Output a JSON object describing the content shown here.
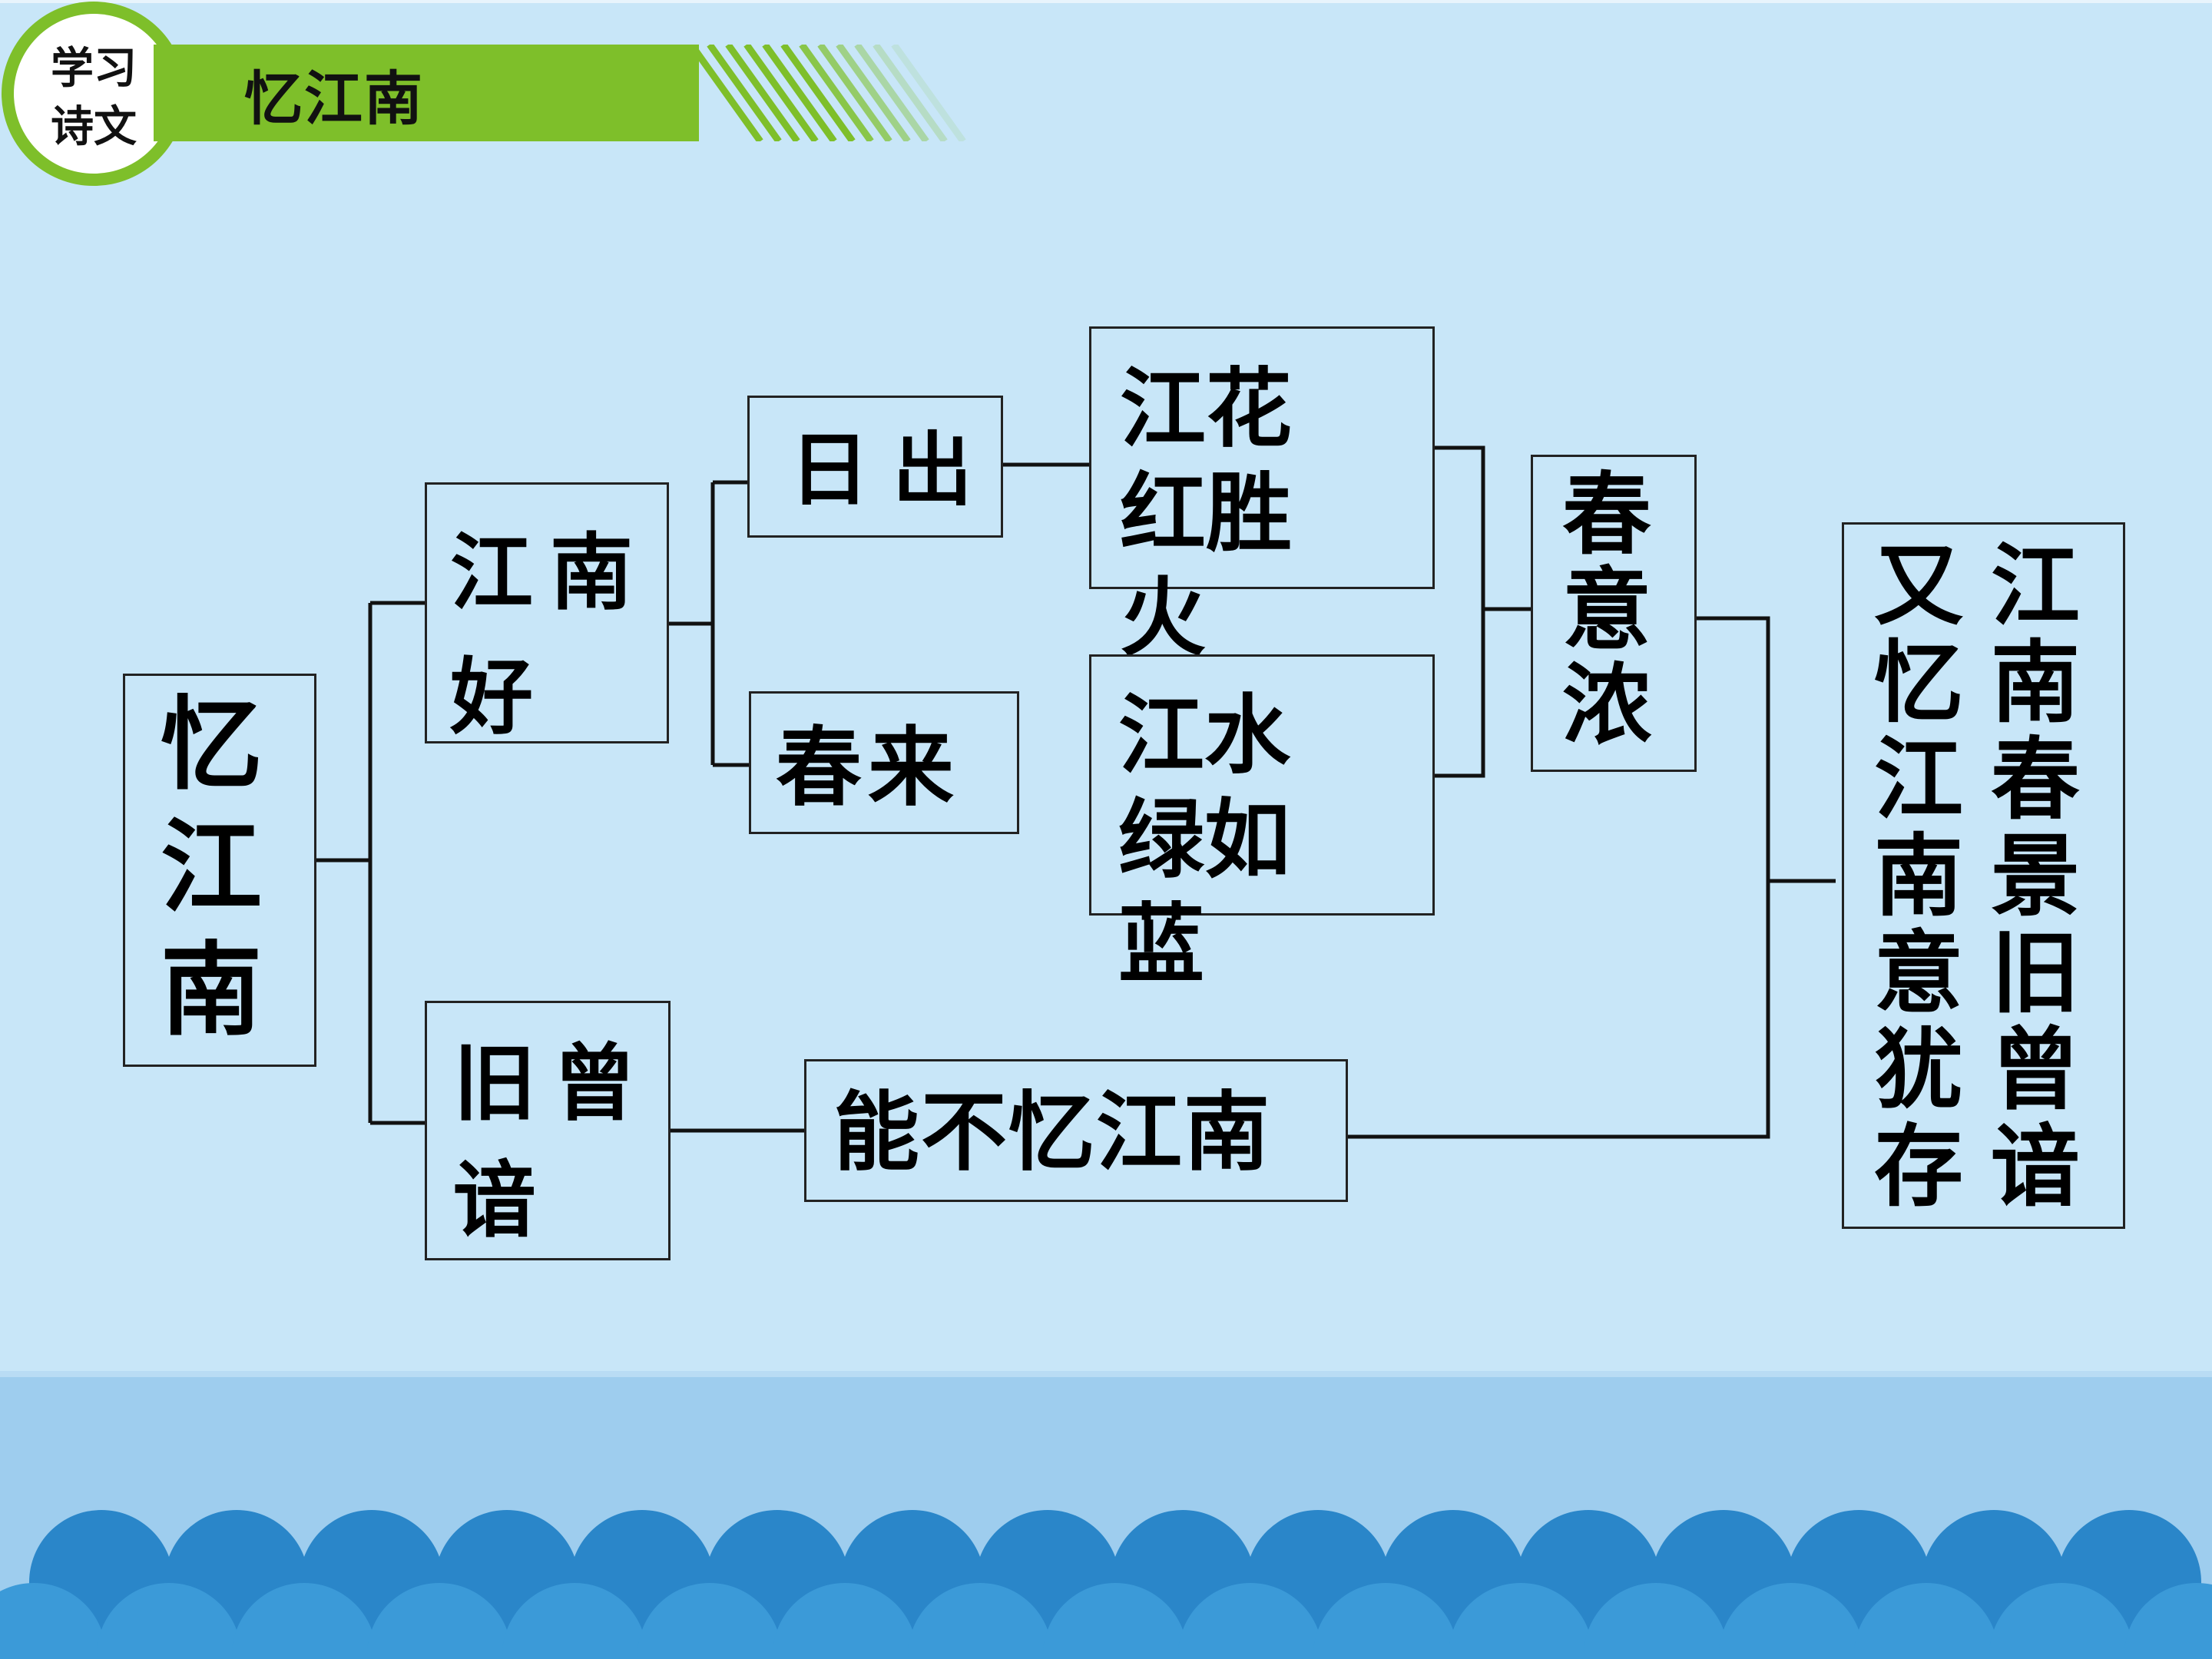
{
  "header": {
    "badge_line1": "学习",
    "badge_line2": "诗文",
    "title": "忆江南"
  },
  "diagram": {
    "root": "忆江南",
    "branch_good": "江南好",
    "sunrise": "日出",
    "spring_comes": "春来",
    "flowers": "江花红胜火",
    "water": "江水绿如蓝",
    "spring_mood": "春意浓",
    "branch_once": "旧曾谙",
    "cannot_forget": "能不忆江南",
    "conclusion_col1": "又忆江南意犹存",
    "conclusion_col2": "江南春景旧曾谙"
  }
}
